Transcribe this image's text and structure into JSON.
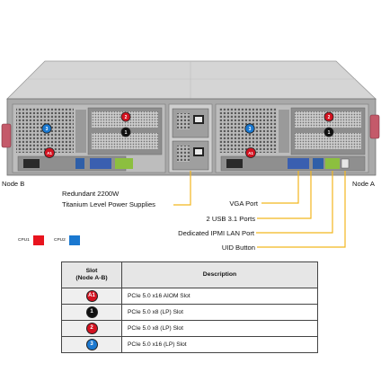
{
  "chassis": {
    "node_left": "Node B",
    "node_right": "Node A"
  },
  "callouts": {
    "power_supply_line1": "Redundant 2200W",
    "power_supply_line2": "Titanium Level Power Supplies",
    "vga": "VGA Port",
    "usb": "2 USB 3.1 Ports",
    "ipmi": "Dedicated IPMI LAN Port",
    "uid": "UID Button"
  },
  "legend": [
    {
      "label": "CPU1",
      "color": "#e8141e"
    },
    {
      "label": "CPU2",
      "color": "#1a78d0"
    }
  ],
  "slot_table": {
    "header_slot": "Slot",
    "header_slot_sub": "(Node A-B)",
    "header_desc": "Description",
    "rows": [
      {
        "badge": "A1",
        "badge_color": "#d31220",
        "desc": "PCIe 5.0 x16 AIOM Slot"
      },
      {
        "badge": "1",
        "badge_color": "#111111",
        "desc": "PCIe 5.0 x8 (LP) Slot"
      },
      {
        "badge": "2",
        "badge_color": "#d31220",
        "desc": "PCIe 5.0 x8 (LP) Slot"
      },
      {
        "badge": "3",
        "badge_color": "#1a78d0",
        "desc": "PCIe 5.0 x16 (LP) Slot"
      }
    ]
  },
  "colors": {
    "callout_line": "#f2b61e",
    "chassis_gray": "#9b9b9b"
  }
}
